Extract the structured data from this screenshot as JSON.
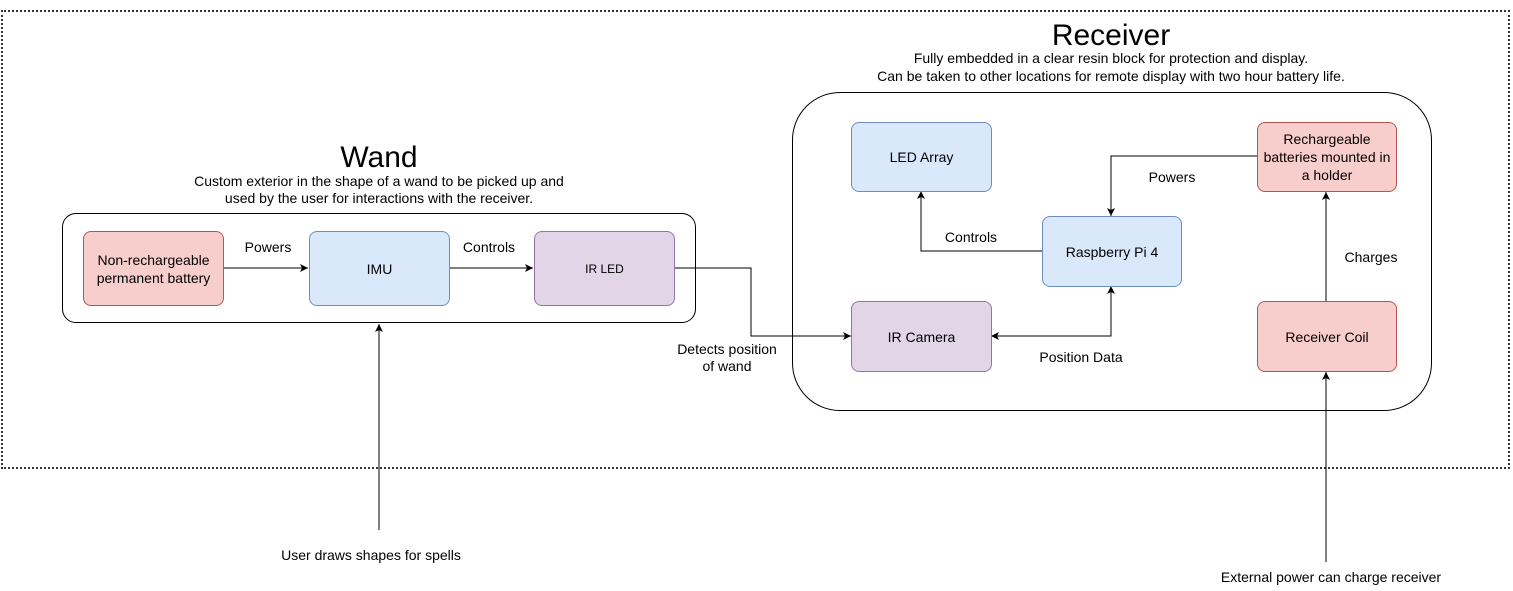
{
  "wand": {
    "title": "Wand",
    "description_line1": "Custom exterior in the shape of a wand to be picked up and",
    "description_line2": "used by the user for interactions with the receiver."
  },
  "receiver": {
    "title": "Receiver",
    "description_line1": "Fully embedded in a clear resin block for protection and display.",
    "description_line2": "Can be taken to other locations for remote display with two hour battery life."
  },
  "nodes": {
    "battery": "Non-rechargeable permanent battery",
    "imu": "IMU",
    "ir_led": "IR LED",
    "led_array": "LED Array",
    "raspberry_pi": "Raspberry Pi 4",
    "rechargeable": "Rechargeable batteries mounted in a holder",
    "ir_camera": "IR Camera",
    "receiver_coil": "Receiver Coil"
  },
  "edges": {
    "powers_imu": "Powers",
    "controls_irled": "Controls",
    "detects_line1": "Detects position",
    "detects_line2": "of wand",
    "powers_pi": "Powers",
    "controls_led": "Controls",
    "position_data": "Position Data",
    "charges": "Charges"
  },
  "external": {
    "user_input": "User draws shapes for spells",
    "external_power": "External power can charge receiver"
  },
  "colors": {
    "red_fill": "#f8cecc",
    "red_stroke": "#b85450",
    "blue_fill": "#dae8fc",
    "blue_stroke": "#6c8ebf",
    "purple_fill": "#e1d5e7",
    "purple_stroke": "#9673a6"
  }
}
